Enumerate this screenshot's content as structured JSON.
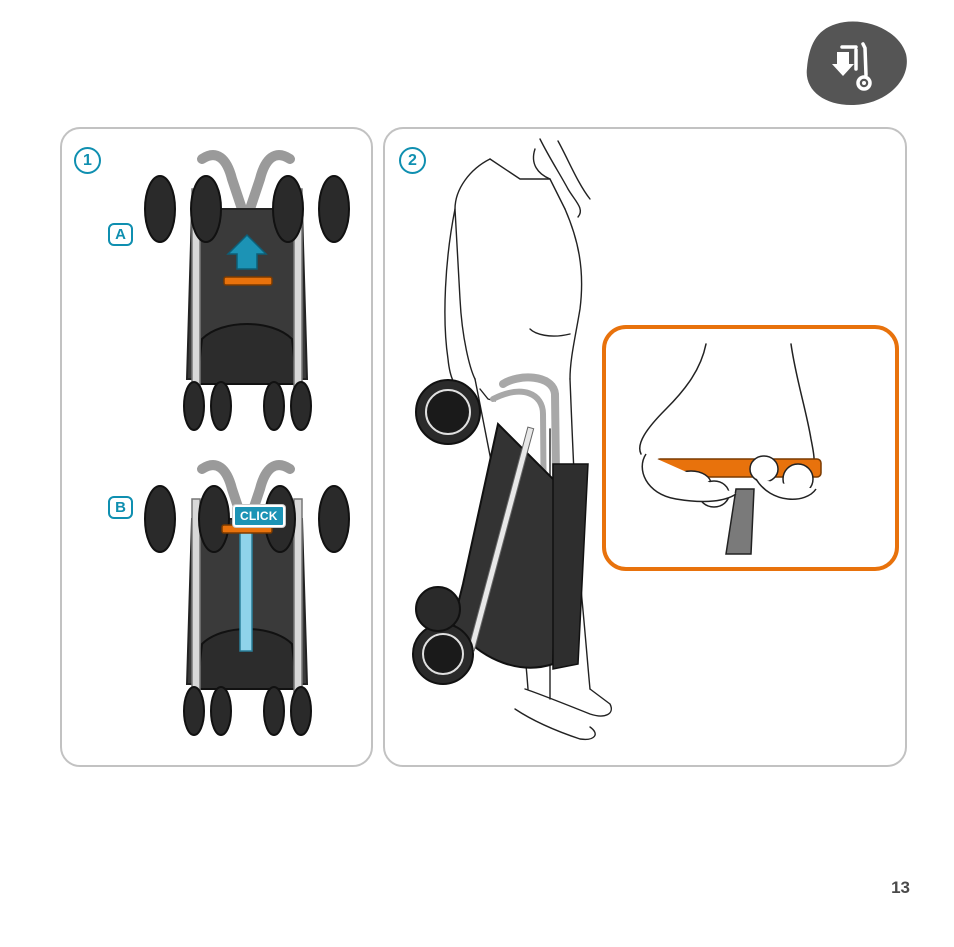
{
  "page": {
    "number": "13"
  },
  "badge": {
    "icon": "stroller-fold-icon",
    "color": "#555555"
  },
  "colors": {
    "accent_blue": "#0f8fb0",
    "handle_orange": "#e8720c",
    "frame_gray": "#c2c2c2",
    "fabric_dark": "#3a3a3a"
  },
  "steps": [
    {
      "number": "1",
      "substeps": [
        {
          "label": "A",
          "arrow": "up-arrow-icon"
        },
        {
          "label": "B",
          "callout": "CLICK"
        }
      ]
    },
    {
      "number": "2"
    }
  ]
}
